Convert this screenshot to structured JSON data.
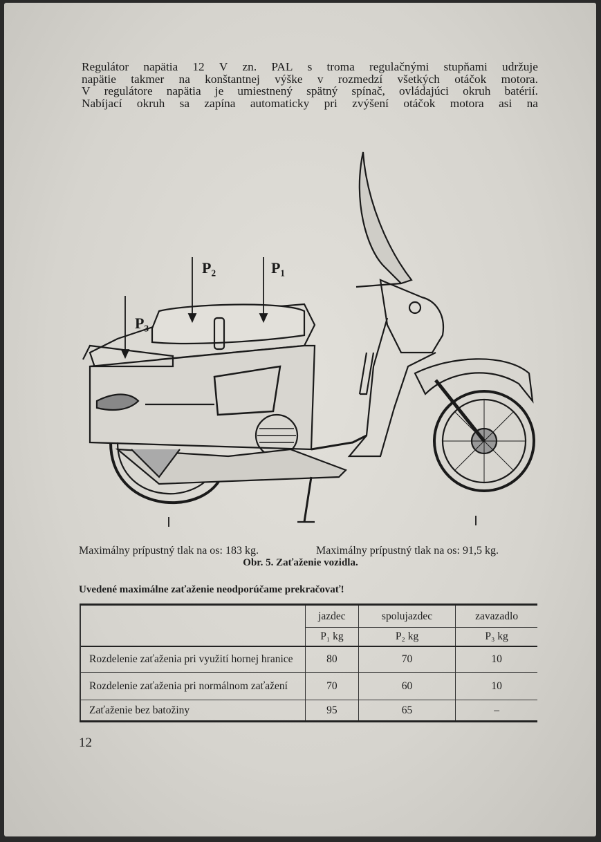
{
  "paragraph": {
    "lines": [
      "Regulátor napätia 12 V zn. PAL s troma regulačnými stupňami udržuje",
      "napätie takmer na konštantnej výške v rozmedzí všetkých otáčok motora.",
      "V regulátore napätia je umiestnený spätný spínač, ovládajúci okruh batérií.",
      "Nabíjací okruh sa zapína automaticky pri zvýšení otáčok motora asi na"
    ]
  },
  "figure": {
    "labels": {
      "p1": "P₁",
      "p2": "P₂",
      "p3": "P₃"
    },
    "rear_axle": "Maximálny prípustný tlak na os: 183 kg.",
    "front_axle": "Maximálny prípustný tlak na os: 91,5 kg.",
    "caption": "Obr. 5. Zaťaženie vozidla."
  },
  "warning": "Uvedené maximálne zaťaženie neodporúčame prekračovať!",
  "table": {
    "headers": [
      "jazdec",
      "spolujazdec",
      "zavazadlo"
    ],
    "units": [
      "P₁ kg",
      "P₂ kg",
      "P₃ kg"
    ],
    "rows": [
      {
        "label": "Rozdelenie zaťaženia pri využití hornej hranice",
        "values": [
          "80",
          "70",
          "10"
        ]
      },
      {
        "label": "Rozdelenie zaťaženia pri normálnom zaťažení",
        "values": [
          "70",
          "60",
          "10"
        ]
      },
      {
        "label": "Zaťaženie bez batožiny",
        "values": [
          "95",
          "65",
          "–"
        ]
      }
    ]
  },
  "page_number": "12"
}
